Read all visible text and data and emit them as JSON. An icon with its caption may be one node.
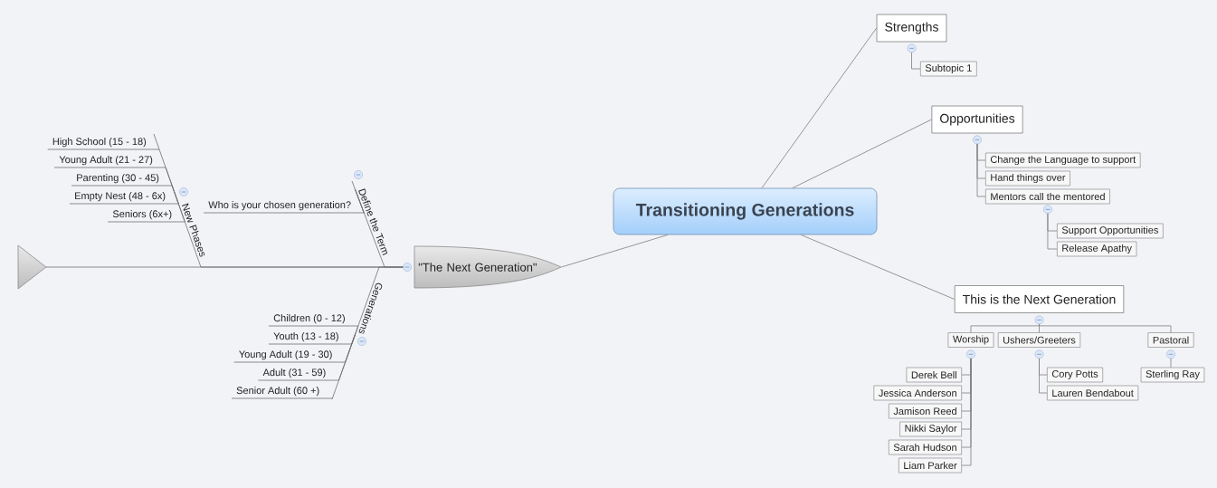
{
  "diagram": {
    "nodes": [
      {
        "text": [
          "Transitioning Generations"
        ]
      },
      {
        "text": [
          "Strengths"
        ]
      },
      {
        "text": [
          "Subtopic 1"
        ]
      },
      {
        "text": [
          "Opportunities"
        ]
      },
      {
        "text": [
          "Change the Language to support"
        ]
      },
      {
        "text": [
          "Hand things over"
        ]
      },
      {
        "text": [
          "Mentors call the mentored"
        ]
      },
      {
        "text": [
          "Support Opportunities"
        ]
      },
      {
        "text": [
          "Release Apathy"
        ]
      },
      {
        "text": [
          "This is the Next Generation"
        ]
      },
      {
        "text": [
          "Worship"
        ]
      },
      {
        "text": [
          "Ushers/Greeters"
        ]
      },
      {
        "text": [
          "Pastoral"
        ]
      },
      {
        "text": [
          "Derek Bell"
        ]
      },
      {
        "text": [
          "Jessica Anderson"
        ]
      },
      {
        "text": [
          "Jamison Reed"
        ]
      },
      {
        "text": [
          "Nikki Saylor"
        ]
      },
      {
        "text": [
          "Sarah Hudson"
        ]
      },
      {
        "text": [
          "Liam Parker"
        ]
      },
      {
        "text": [
          "Cory Potts"
        ]
      },
      {
        "text": [
          "Lauren Bendabout"
        ]
      },
      {
        "text": [
          "Sterling Ray"
        ]
      },
      {
        "text": [
          "\"The Next Generation\""
        ]
      },
      {
        "text": [
          "Define the Term"
        ]
      },
      {
        "text": [
          "Who is your chosen generation?"
        ]
      },
      {
        "text": [
          "New Phases"
        ]
      },
      {
        "text": [
          "High School (15 - 18)"
        ]
      },
      {
        "text": [
          "Young Adult (21 - 27)"
        ]
      },
      {
        "text": [
          "Parenting (30 - 45)"
        ]
      },
      {
        "text": [
          "Empty Nest (48 - 6x)"
        ]
      },
      {
        "text": [
          "Seniors (6x+)"
        ]
      },
      {
        "text": [
          "Generations"
        ]
      },
      {
        "text": [
          "Children (0 - 12)"
        ]
      },
      {
        "text": [
          "Youth (13 - 18)"
        ]
      },
      {
        "text": [
          "Young Adult (19 - 30)"
        ]
      },
      {
        "text": [
          "Adult (31 - 59)"
        ]
      },
      {
        "text": [
          "Senior Adult (60 +)"
        ]
      },
      {
        "text": [],
        "shape": "triangle"
      }
    ],
    "edges": [
      {
        "from": 0,
        "to": 1,
        "arrow": "none"
      },
      {
        "from": 1,
        "to": 2,
        "arrow": "none"
      },
      {
        "from": 0,
        "to": 3,
        "arrow": "none"
      },
      {
        "from": 3,
        "to": 4,
        "arrow": "none"
      },
      {
        "from": 3,
        "to": 5,
        "arrow": "none"
      },
      {
        "from": 3,
        "to": 6,
        "arrow": "none"
      },
      {
        "from": 6,
        "to": 7,
        "arrow": "none"
      },
      {
        "from": 6,
        "to": 8,
        "arrow": "none"
      },
      {
        "from": 0,
        "to": 9,
        "arrow": "none"
      },
      {
        "from": 9,
        "to": 10,
        "arrow": "none"
      },
      {
        "from": 9,
        "to": 11,
        "arrow": "none"
      },
      {
        "from": 9,
        "to": 12,
        "arrow": "none"
      },
      {
        "from": 10,
        "to": 13,
        "arrow": "none"
      },
      {
        "from": 10,
        "to": 14,
        "arrow": "none"
      },
      {
        "from": 10,
        "to": 15,
        "arrow": "none"
      },
      {
        "from": 10,
        "to": 16,
        "arrow": "none"
      },
      {
        "from": 10,
        "to": 17,
        "arrow": "none"
      },
      {
        "from": 10,
        "to": 18,
        "arrow": "none"
      },
      {
        "from": 11,
        "to": 19,
        "arrow": "none"
      },
      {
        "from": 11,
        "to": 20,
        "arrow": "none"
      },
      {
        "from": 12,
        "to": 21,
        "arrow": "none"
      },
      {
        "from": 0,
        "to": 22,
        "arrow": "none"
      },
      {
        "from": 22,
        "to": 23,
        "arrow": "none"
      },
      {
        "from": 23,
        "to": 24,
        "arrow": "none"
      },
      {
        "from": 22,
        "to": 25,
        "arrow": "none"
      },
      {
        "from": 25,
        "to": 26,
        "arrow": "none"
      },
      {
        "from": 25,
        "to": 27,
        "arrow": "none"
      },
      {
        "from": 25,
        "to": 28,
        "arrow": "none"
      },
      {
        "from": 25,
        "to": 29,
        "arrow": "none"
      },
      {
        "from": 25,
        "to": 30,
        "arrow": "none"
      },
      {
        "from": 22,
        "to": 31,
        "arrow": "none"
      },
      {
        "from": 31,
        "to": 32,
        "arrow": "none"
      },
      {
        "from": 31,
        "to": 33,
        "arrow": "none"
      },
      {
        "from": 31,
        "to": 34,
        "arrow": "none"
      },
      {
        "from": 31,
        "to": 35,
        "arrow": "none"
      },
      {
        "from": 31,
        "to": 36,
        "arrow": "none"
      },
      {
        "from": 22,
        "to": 37,
        "arrow": "none"
      }
    ]
  }
}
